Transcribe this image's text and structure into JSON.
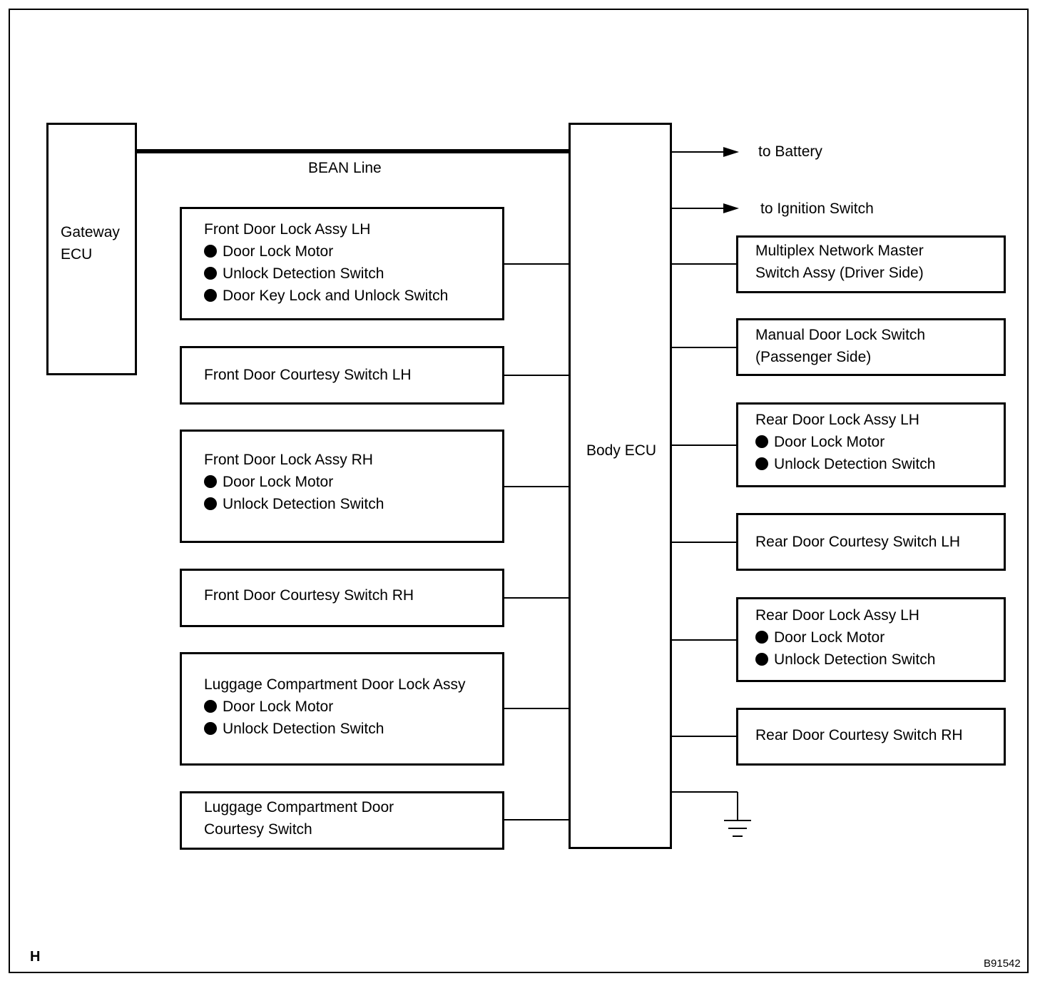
{
  "gateway": {
    "line1": "Gateway",
    "line2": "ECU"
  },
  "bean_label": "BEAN Line",
  "body_ecu": "Body ECU",
  "arrows": {
    "battery": "to Battery",
    "ignition": "to Ignition Switch"
  },
  "left_boxes": [
    {
      "title": "Front Door Lock Assy LH",
      "items": [
        "Door Lock Motor",
        "Unlock Detection Switch",
        "Door Key Lock and Unlock Switch"
      ]
    },
    {
      "title": "Front Door Courtesy Switch LH"
    },
    {
      "title": "Front Door Lock Assy RH",
      "items": [
        "Door Lock Motor",
        "Unlock Detection Switch"
      ]
    },
    {
      "title": "Front Door Courtesy Switch RH"
    },
    {
      "title": "Luggage Compartment Door Lock Assy",
      "items": [
        "Door Lock Motor",
        "Unlock Detection Switch"
      ]
    },
    {
      "title": "Luggage Compartment Door",
      "title2": "Courtesy Switch"
    }
  ],
  "right_boxes": [
    {
      "title": "Multiplex Network Master",
      "title2": "Switch Assy (Driver Side)"
    },
    {
      "title": "Manual Door Lock Switch",
      "title2": "(Passenger Side)"
    },
    {
      "title": "Rear Door Lock Assy LH",
      "items": [
        "Door Lock Motor",
        "Unlock Detection Switch"
      ]
    },
    {
      "title": "Rear Door Courtesy Switch LH"
    },
    {
      "title": "Rear Door Lock Assy LH",
      "items": [
        "Door Lock Motor",
        "Unlock Detection Switch"
      ]
    },
    {
      "title": "Rear Door Courtesy Switch RH"
    }
  ],
  "corner_letter": "H",
  "figure_code": "B91542"
}
